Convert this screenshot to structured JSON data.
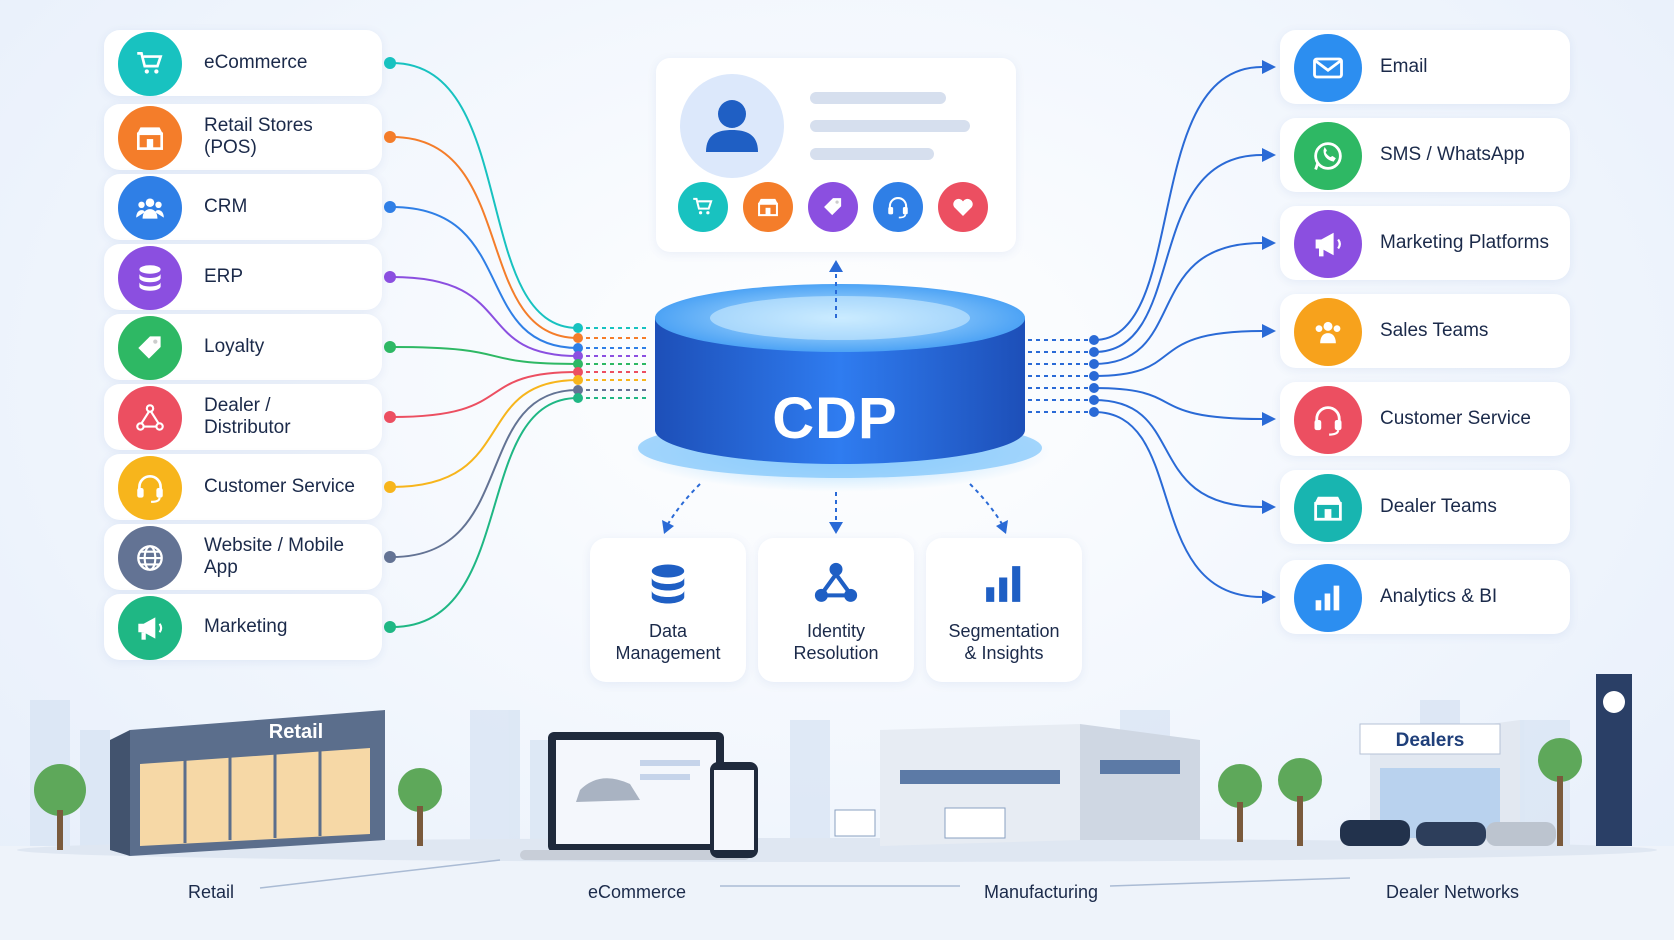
{
  "center": {
    "label": "CDP"
  },
  "sources": [
    {
      "label": "eCommerce",
      "icon": "cart-icon",
      "color": "#18c2c0"
    },
    {
      "label": "Retail Stores\n(POS)",
      "icon": "store-icon",
      "color": "#f47d2a"
    },
    {
      "label": "CRM",
      "icon": "users-icon",
      "color": "#2f7fe6"
    },
    {
      "label": "ERP",
      "icon": "database-icon",
      "color": "#8b4fe0"
    },
    {
      "label": "Loyalty",
      "icon": "tag-icon",
      "color": "#2eb864"
    },
    {
      "label": "Dealer /\nDistributor",
      "icon": "network-icon",
      "color": "#ec4f61"
    },
    {
      "label": "Customer Service",
      "icon": "headset-icon",
      "color": "#f7b51c"
    },
    {
      "label": "Website / Mobile App",
      "icon": "globe-icon",
      "color": "#637394"
    },
    {
      "label": "Marketing",
      "icon": "megaphone-icon",
      "color": "#1fb784"
    }
  ],
  "destinations": [
    {
      "label": "Email",
      "icon": "mail-icon",
      "color": "#2c8ef0"
    },
    {
      "label": "SMS / WhatsApp",
      "icon": "whatsapp-icon",
      "color": "#2eb864"
    },
    {
      "label": "Marketing Platforms",
      "icon": "megaphone-icon",
      "color": "#8b4fe0"
    },
    {
      "label": "Sales Teams",
      "icon": "team-icon",
      "color": "#f7a21c"
    },
    {
      "label": "Customer Service",
      "icon": "headset-icon",
      "color": "#ec4f61"
    },
    {
      "label": "Dealer Teams",
      "icon": "store-icon",
      "color": "#18b5b0"
    },
    {
      "label": "Analytics & BI",
      "icon": "bar-chart-icon",
      "color": "#2c8ef0"
    }
  ],
  "features": [
    {
      "label": "Data\nManagement",
      "icon": "database-icon"
    },
    {
      "label": "Identity\nResolution",
      "icon": "nodes-icon"
    },
    {
      "label": "Segmentation\n& Insights",
      "icon": "bar-chart-icon"
    }
  ],
  "profile": {
    "icons": [
      {
        "icon": "cart-icon",
        "color": "#18c2c0"
      },
      {
        "icon": "store-icon",
        "color": "#f47d2a"
      },
      {
        "icon": "tag-icon",
        "color": "#8b4fe0"
      },
      {
        "icon": "headset-icon",
        "color": "#2f7fe6"
      },
      {
        "icon": "heart-icon",
        "color": "#ec4f61"
      }
    ]
  },
  "segments": {
    "retail": "Retail",
    "ecommerce": "eCommerce",
    "manufacturing": "Manufacturing",
    "dealers": "Dealer Networks",
    "retail_sign": "Retail",
    "dealers_sign": "Dealers"
  }
}
